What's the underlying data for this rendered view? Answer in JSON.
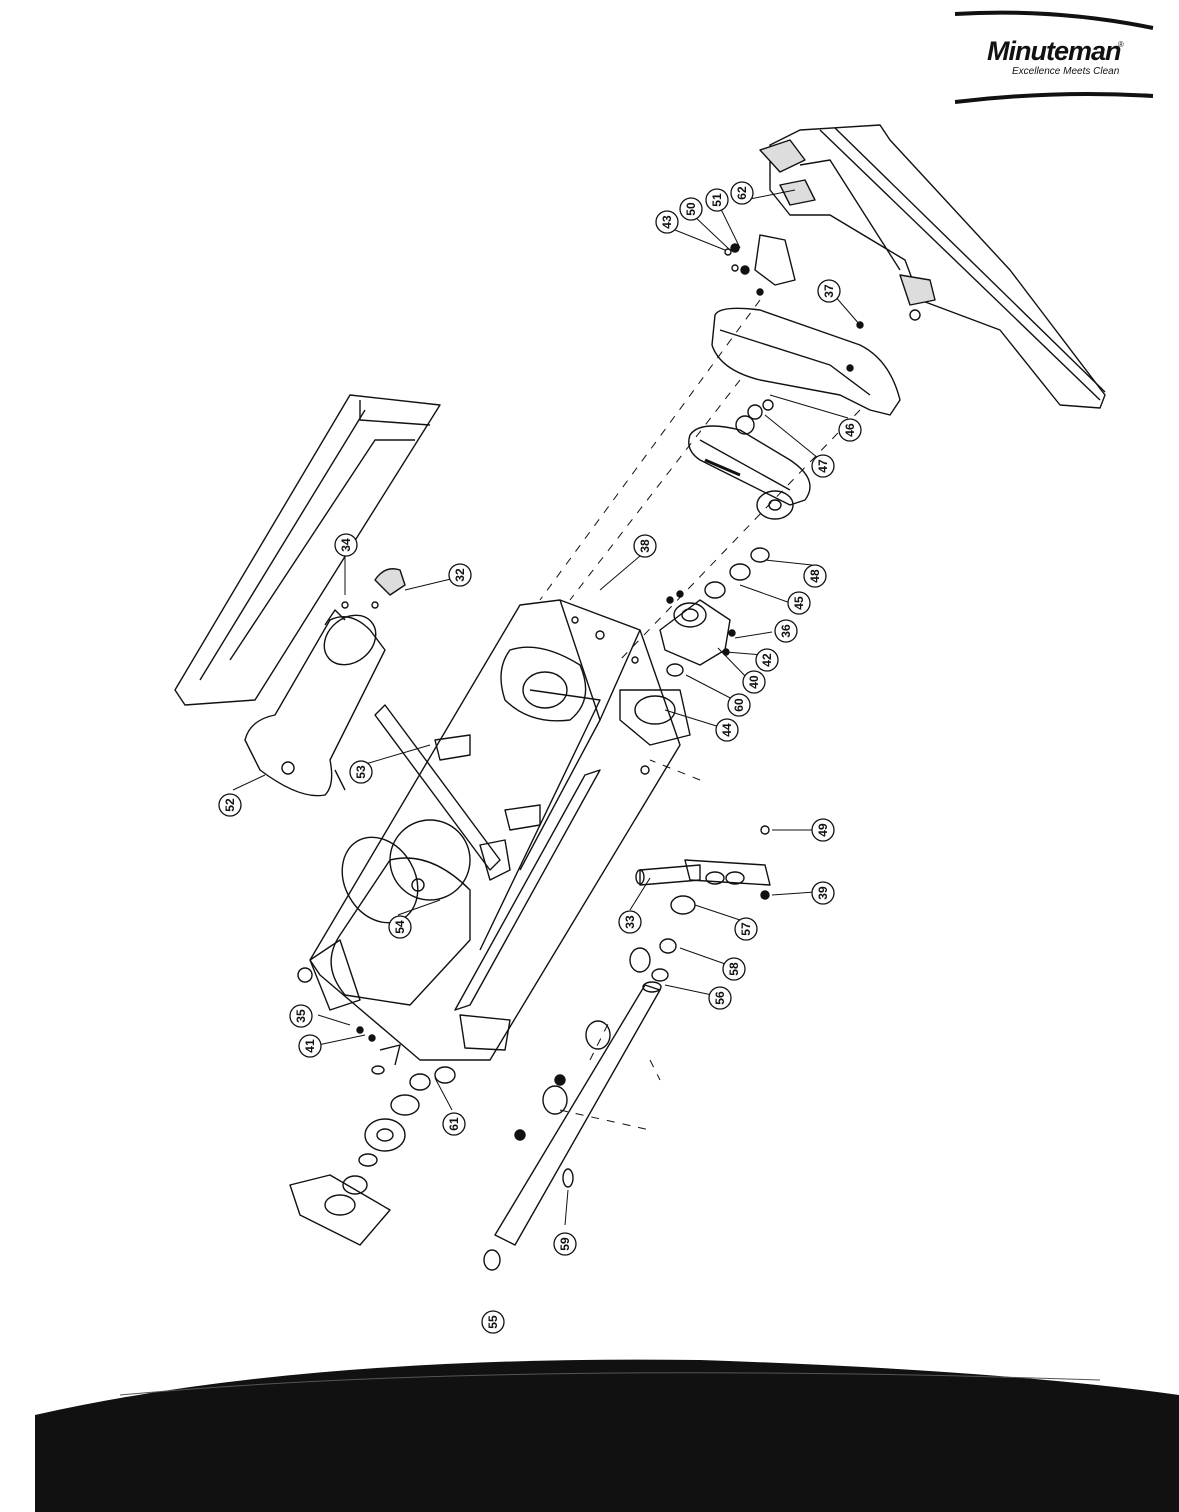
{
  "header": {
    "brand": "Minuteman",
    "registered_mark": "®",
    "tagline": "Excellence Meets Clean"
  },
  "callouts": [
    {
      "id": "c43",
      "label": "43"
    },
    {
      "id": "c50",
      "label": "50"
    },
    {
      "id": "c51",
      "label": "51"
    },
    {
      "id": "c62",
      "label": "62"
    },
    {
      "id": "c37",
      "label": "37"
    },
    {
      "id": "c46",
      "label": "46"
    },
    {
      "id": "c47",
      "label": "47"
    },
    {
      "id": "c38",
      "label": "38"
    },
    {
      "id": "c48",
      "label": "48"
    },
    {
      "id": "c45",
      "label": "45"
    },
    {
      "id": "c36",
      "label": "36"
    },
    {
      "id": "c42",
      "label": "42"
    },
    {
      "id": "c40",
      "label": "40"
    },
    {
      "id": "c60",
      "label": "60"
    },
    {
      "id": "c44",
      "label": "44"
    },
    {
      "id": "c34",
      "label": "34"
    },
    {
      "id": "c32",
      "label": "32"
    },
    {
      "id": "c53",
      "label": "53"
    },
    {
      "id": "c52",
      "label": "52"
    },
    {
      "id": "c54",
      "label": "54"
    },
    {
      "id": "c49",
      "label": "49"
    },
    {
      "id": "c39",
      "label": "39"
    },
    {
      "id": "c33",
      "label": "33"
    },
    {
      "id": "c57",
      "label": "57"
    },
    {
      "id": "c58",
      "label": "58"
    },
    {
      "id": "c56",
      "label": "56"
    },
    {
      "id": "c35",
      "label": "35"
    },
    {
      "id": "c41",
      "label": "41"
    },
    {
      "id": "c61",
      "label": "61"
    },
    {
      "id": "c59",
      "label": "59"
    },
    {
      "id": "c55",
      "label": "55"
    }
  ],
  "colors": {
    "ink": "#111111",
    "paper": "#ffffff"
  }
}
